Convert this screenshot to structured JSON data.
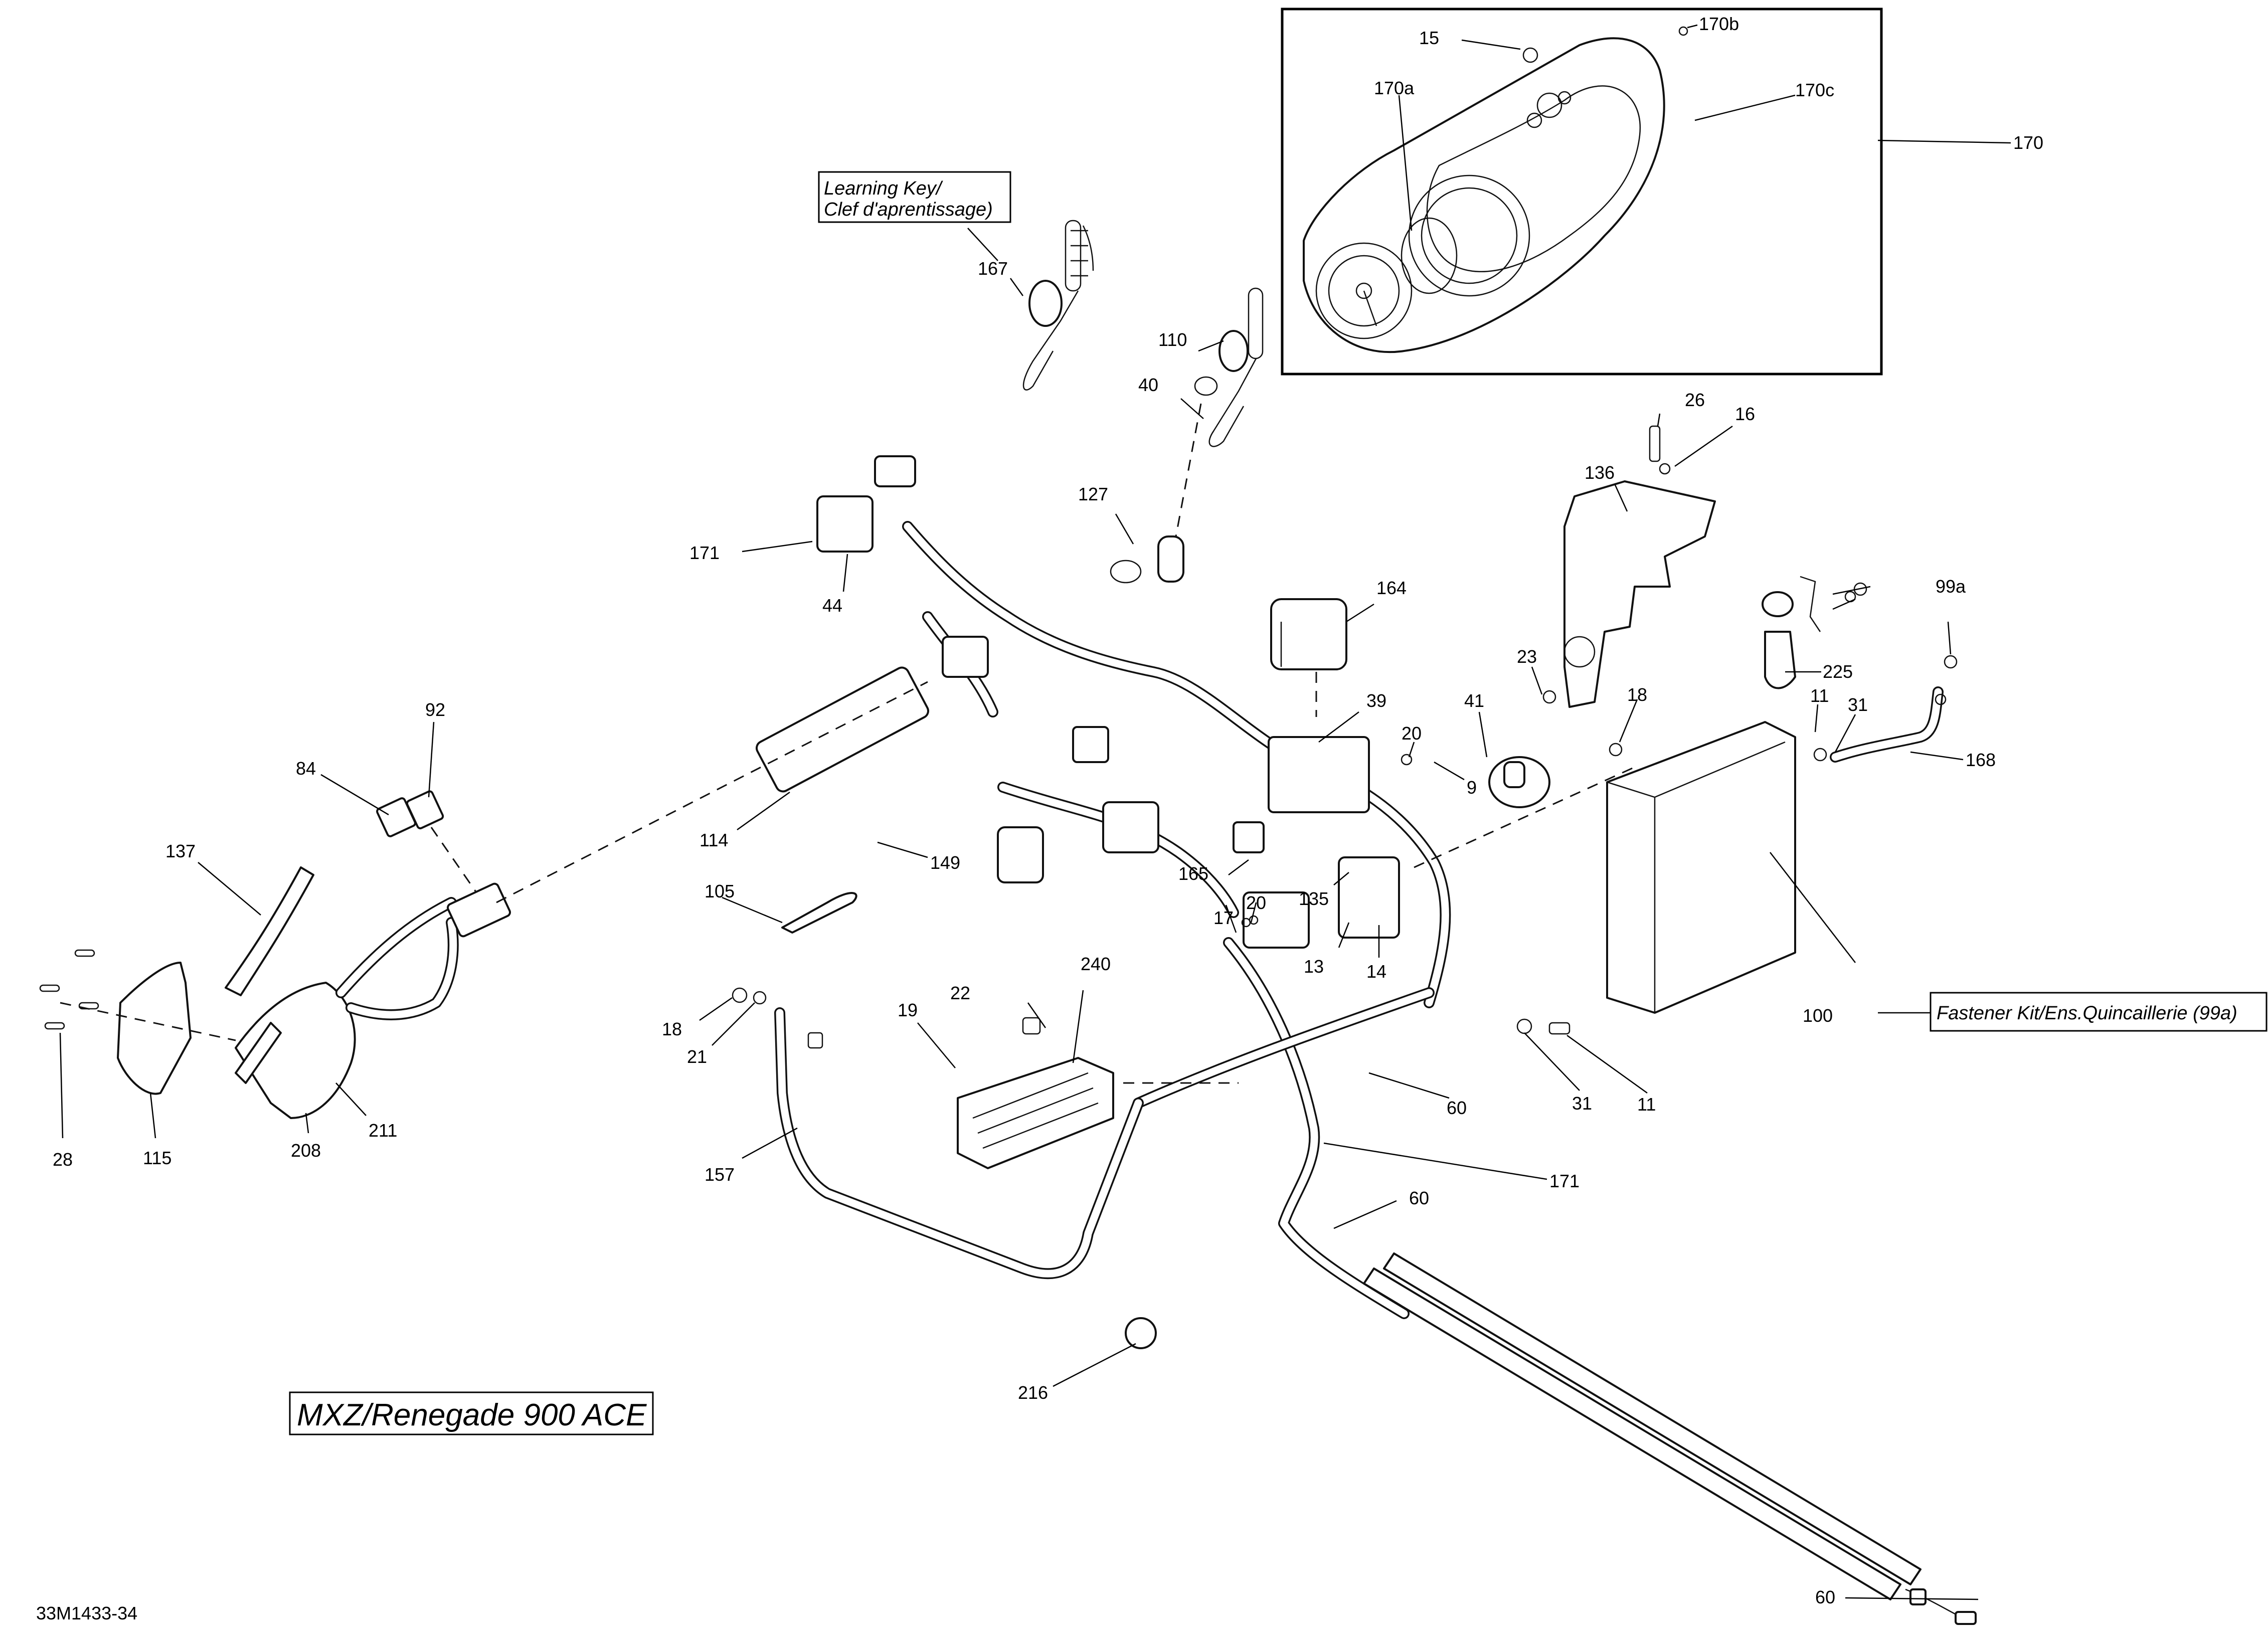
{
  "diagram": {
    "title": "MXZ/Renegade 900 ACE",
    "drawing_code": "33M1433-34",
    "notes": {
      "learning_key_line1": "Learning Key/",
      "learning_key_line2": "Clef d'aprentissage)",
      "fastener_kit": "Fastener Kit/Ens.Quincaillerie (99a)"
    },
    "callouts": {
      "c15": "15",
      "c170b": "170b",
      "c170a": "170a",
      "c170c": "170c",
      "c170": "170",
      "c167": "167",
      "c110": "110",
      "c40": "40",
      "c127": "127",
      "c171_top": "171",
      "c44": "44",
      "c26": "26",
      "c16": "16",
      "c136": "136",
      "c99a_top": "99a",
      "c164": "164",
      "c225": "225",
      "c23": "23",
      "c39": "39",
      "c41": "41",
      "c18_right": "18",
      "c11_top": "11",
      "c31_top": "31",
      "c168": "168",
      "c20_top": "20",
      "c9": "9",
      "c92": "92",
      "c84": "84",
      "c114": "114",
      "c149": "149",
      "c165": "165",
      "c137": "137",
      "c105": "105",
      "c17": "17",
      "c20_bottom": "20",
      "c135": "135",
      "c13": "13",
      "c14": "14",
      "c240": "240",
      "c100": "100",
      "c18_left": "18",
      "c21": "21",
      "c19": "19",
      "c22": "22",
      "c60_mid": "60",
      "c31_bottom": "31",
      "c11_bottom": "11",
      "c28": "28",
      "c115": "115",
      "c208": "208",
      "c211": "211",
      "c157": "157",
      "c171_bottom": "171",
      "c60_low": "60",
      "c216": "216",
      "c60_end": "60"
    }
  }
}
